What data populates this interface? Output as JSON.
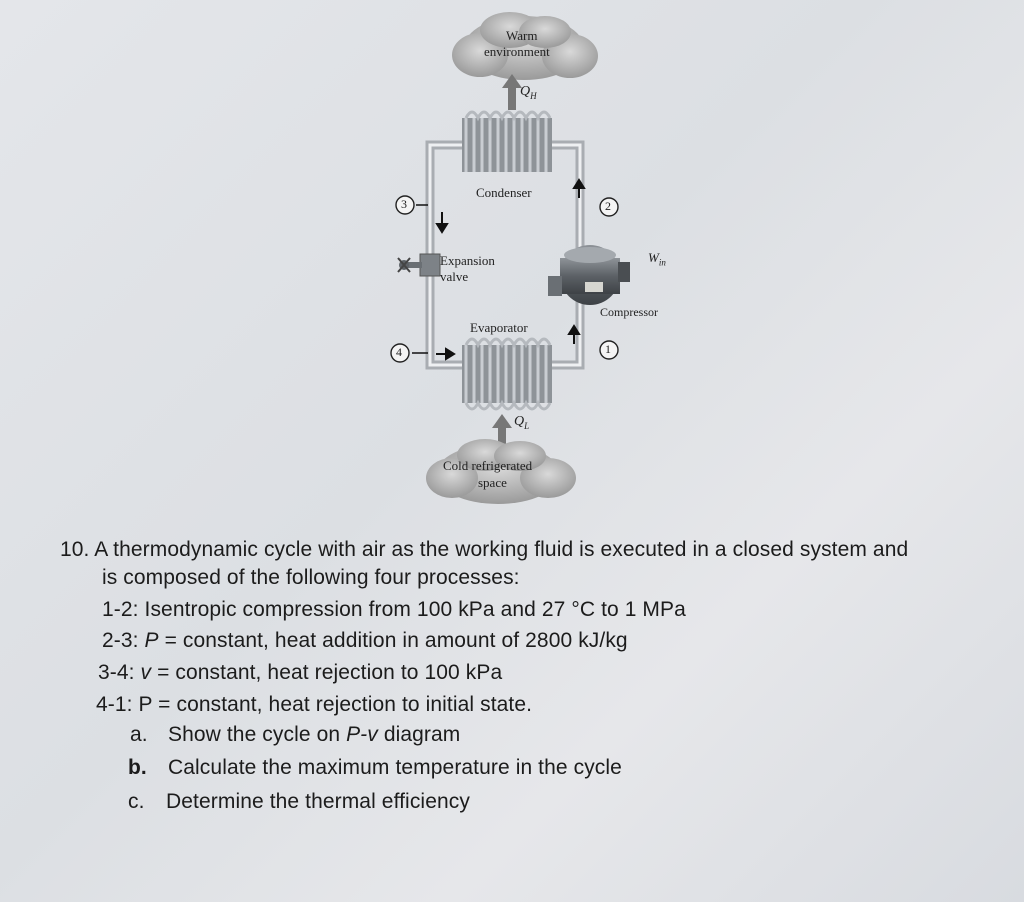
{
  "diagram": {
    "warm_line1": "Warm",
    "warm_line2": "environment",
    "qh": "Q",
    "qh_sub": "H",
    "condenser": "Condenser",
    "expansion_line1": "Expansion",
    "expansion_line2": "valve",
    "evaporator": "Evaporator",
    "compressor": "Compressor",
    "win": "W",
    "win_sub": "in",
    "ql": "Q",
    "ql_sub": "L",
    "cold_line1": "Cold refrigerated",
    "cold_line2": "space",
    "state1": "1",
    "state2": "2",
    "state3": "3",
    "state4": "4"
  },
  "problem": {
    "number": "10.",
    "line1": "A thermodynamic cycle with air as the working fluid is executed in a closed system and",
    "line2": "is composed of the following four processes:",
    "p12": "1-2: Isentropic compression from 100 kPa and 27 °C to 1 MPa",
    "p23_pre": "2-3: ",
    "p23_var": "P",
    "p23_post": " = constant, heat addition in amount of 2800 kJ/kg",
    "p34_pre": "3-4: ",
    "p34_var": "v",
    "p34_post": " = constant, heat rejection to 100 kPa",
    "p41": "4-1: P = constant, heat rejection to initial state.",
    "a_label": "a.",
    "a_pre": "Show the cycle on ",
    "a_var": "P-v",
    "a_post": " diagram",
    "b_label": "b.",
    "b_text": "Calculate the maximum temperature in the cycle",
    "c_label": "c.",
    "c_text": "Determine the thermal efficiency"
  }
}
